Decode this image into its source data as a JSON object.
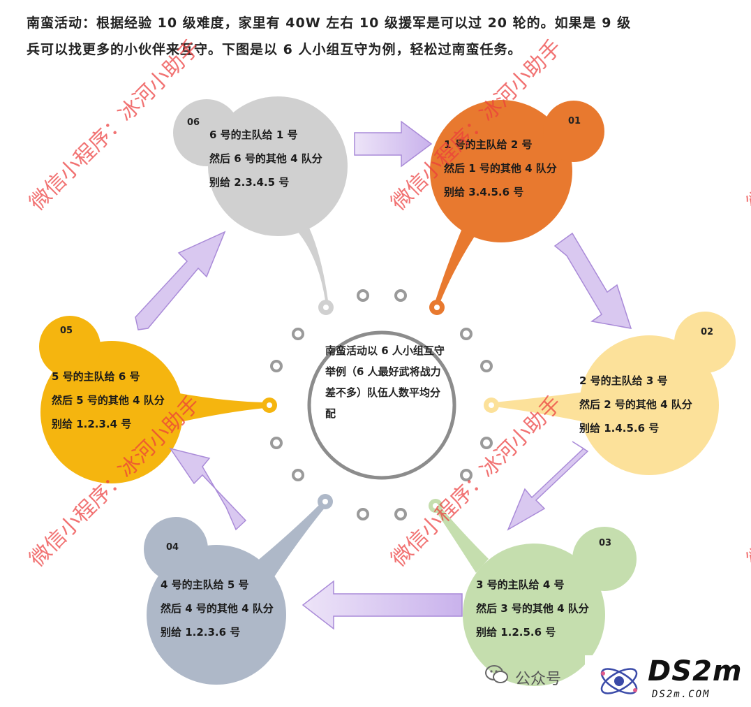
{
  "intro": {
    "line1": "南蛮活动：根据经验 10 级难度，家里有 40W 左右 10 级援军是可以过 20 轮的。如果是 9 级",
    "line2": "兵可以找更多的小伙伴来互守。下图是以 6 人小组互守为例，轻松过南蛮任务。"
  },
  "center": {
    "text": "南蛮活动以 6 人小组互守举例（6 人最好武将战力差不多）队伍人数平均分配"
  },
  "nodes": [
    {
      "num": "01",
      "line1": "1 号的主队给 2 号",
      "line2": "然后 1 号的其他 4 队分",
      "line3": "别给 3.4.5.6 号",
      "color": "#E8792F"
    },
    {
      "num": "02",
      "line1": "2 号的主队给 3 号",
      "line2": "然后 2 号的其他 4 队分",
      "line3": "别给 1.4.5.6 号",
      "color": "#FCE19A"
    },
    {
      "num": "03",
      "line1": "3 号的主队给 4 号",
      "line2": "然后 3 号的其他 4 队分",
      "line3": "别给 1.2.5.6 号",
      "color": "#C5DEAE"
    },
    {
      "num": "04",
      "line1": "4 号的主队给 5 号",
      "line2": "然后 4 号的其他 4 队分",
      "line3": "别给 1.2.3.6 号",
      "color": "#AEB8C8"
    },
    {
      "num": "05",
      "line1": "5 号的主队给 6 号",
      "line2": "然后 5 号的其他 4 队分",
      "line3": "别给 1.2.3.4 号",
      "color": "#F5B50F"
    },
    {
      "num": "06",
      "line1": "6 号的主队给 1 号",
      "line2": "然后 6 号的其他 4 队分",
      "line3": "别给 2.3.4.5 号",
      "color": "#D0D0D0"
    }
  ],
  "colors": {
    "arrow_fill": "#D9C8F0",
    "arrow_stroke": "#A98AD8",
    "ring": "#9A9A9A",
    "center_ring": "#8C8C8C",
    "watermark": "#EB3C3C"
  },
  "watermark": {
    "text": "微信小程序：冰河小助手"
  },
  "footer": {
    "wechat_label": "公众号",
    "logo_main": "DS2m",
    "logo_sub": "DS2m.COM"
  }
}
